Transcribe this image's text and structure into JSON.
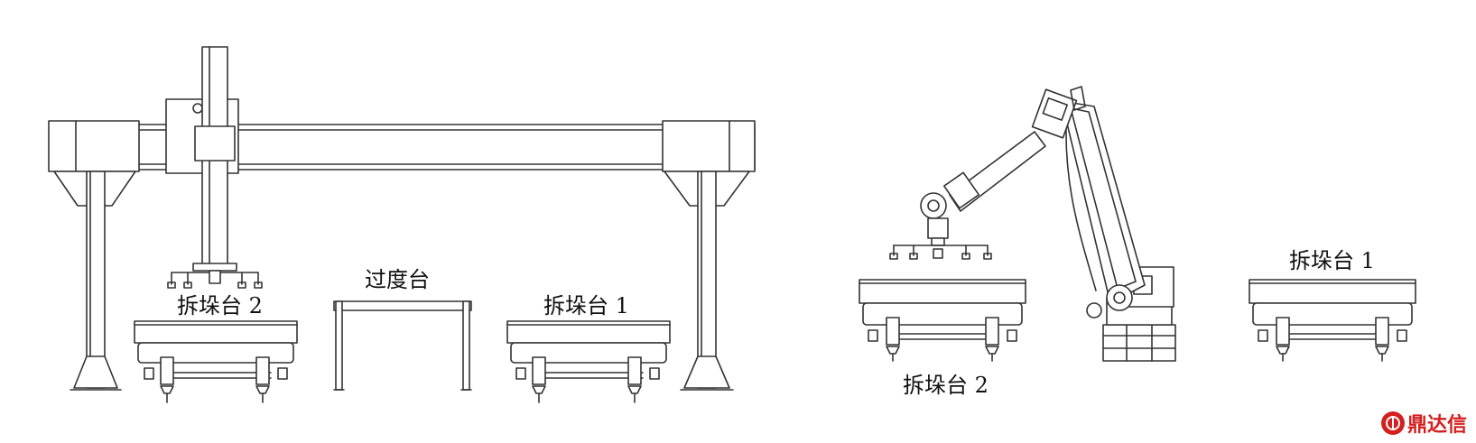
{
  "left_figure": {
    "label_stacker_2": "拆垛台 2",
    "label_transition": "过度台",
    "label_stacker_1": "拆垛台 1"
  },
  "right_figure": {
    "label_stacker_1": "拆垛台 1",
    "label_stacker_2": "拆垛台 2"
  },
  "watermark": {
    "text": "鼎达信",
    "color": "#d41f1f"
  },
  "colors": {
    "line": "#333333",
    "background": "#ffffff"
  }
}
